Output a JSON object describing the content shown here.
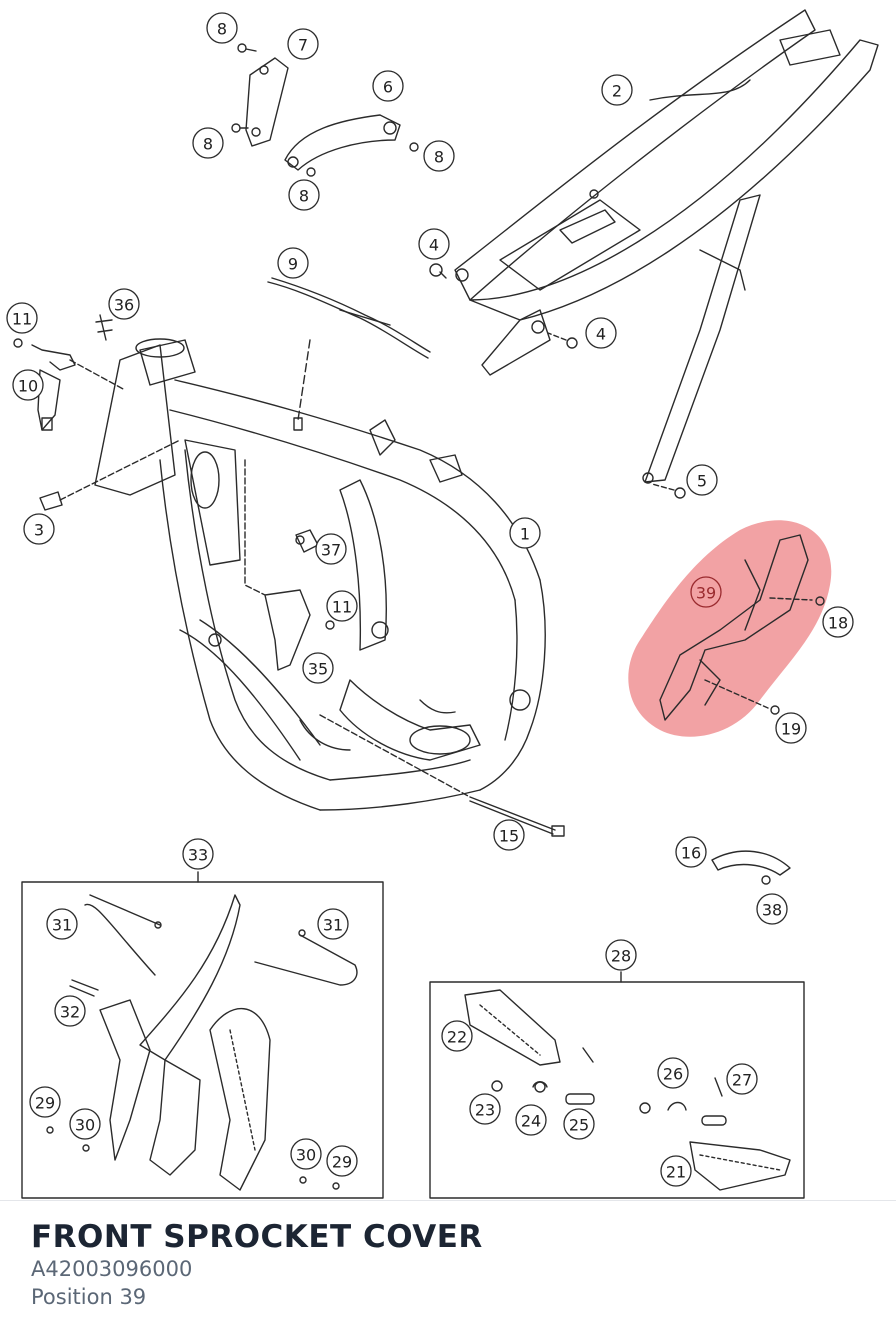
{
  "colors": {
    "line": "#2b2b2b",
    "highlight": "#e8565a",
    "title": "#1c2533",
    "subtext": "#5b6776"
  },
  "part": {
    "name": "FRONT SPROCKET COVER",
    "number": "A42003096000",
    "position_label": "Position 39"
  },
  "callouts": {
    "c1": "1",
    "c2": "2",
    "c3": "3",
    "c4a": "4",
    "c4b": "4",
    "c5": "5",
    "c6": "6",
    "c7": "7",
    "c8a": "8",
    "c8b": "8",
    "c8c": "8",
    "c8d": "8",
    "c9": "9",
    "c10": "10",
    "c11a": "11",
    "c11b": "11",
    "c15": "15",
    "c16": "16",
    "c18": "18",
    "c19": "19",
    "c21": "21",
    "c22": "22",
    "c23": "23",
    "c24": "24",
    "c25": "25",
    "c26": "26",
    "c27": "27",
    "c28": "28",
    "c29a": "29",
    "c29b": "29",
    "c30a": "30",
    "c30b": "30",
    "c31a": "31",
    "c31b": "31",
    "c32": "32",
    "c33": "33",
    "c35": "35",
    "c36": "36",
    "c37": "37",
    "c38": "38",
    "c39": "39"
  }
}
